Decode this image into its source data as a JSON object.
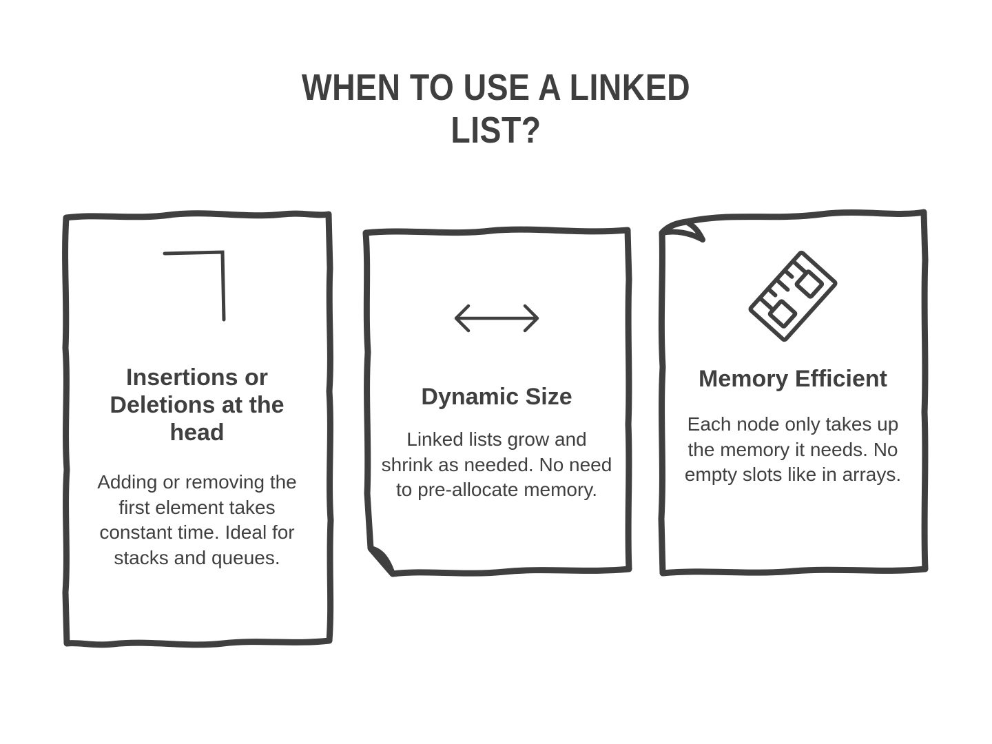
{
  "slide": {
    "title_lines": [
      "When to Use a Linked",
      "List?"
    ],
    "background_color": "#ffffff",
    "ink_color": "#3f3f3f"
  },
  "cards": [
    {
      "icon_name": "bracket-corner-icon",
      "heading": "Insertions or Deletions at the head",
      "body": "Adding or removing the first element takes constant time. Ideal for stacks and queues."
    },
    {
      "icon_name": "horizontal-double-arrow-icon",
      "heading": "Dynamic Size",
      "body": "Linked lists grow and shrink as needed. No need to pre-allocate memory."
    },
    {
      "icon_name": "ruler-icon",
      "heading": "Memory Efficient",
      "body": "Each node only takes up the memory it needs. No empty slots like in arrays."
    }
  ]
}
